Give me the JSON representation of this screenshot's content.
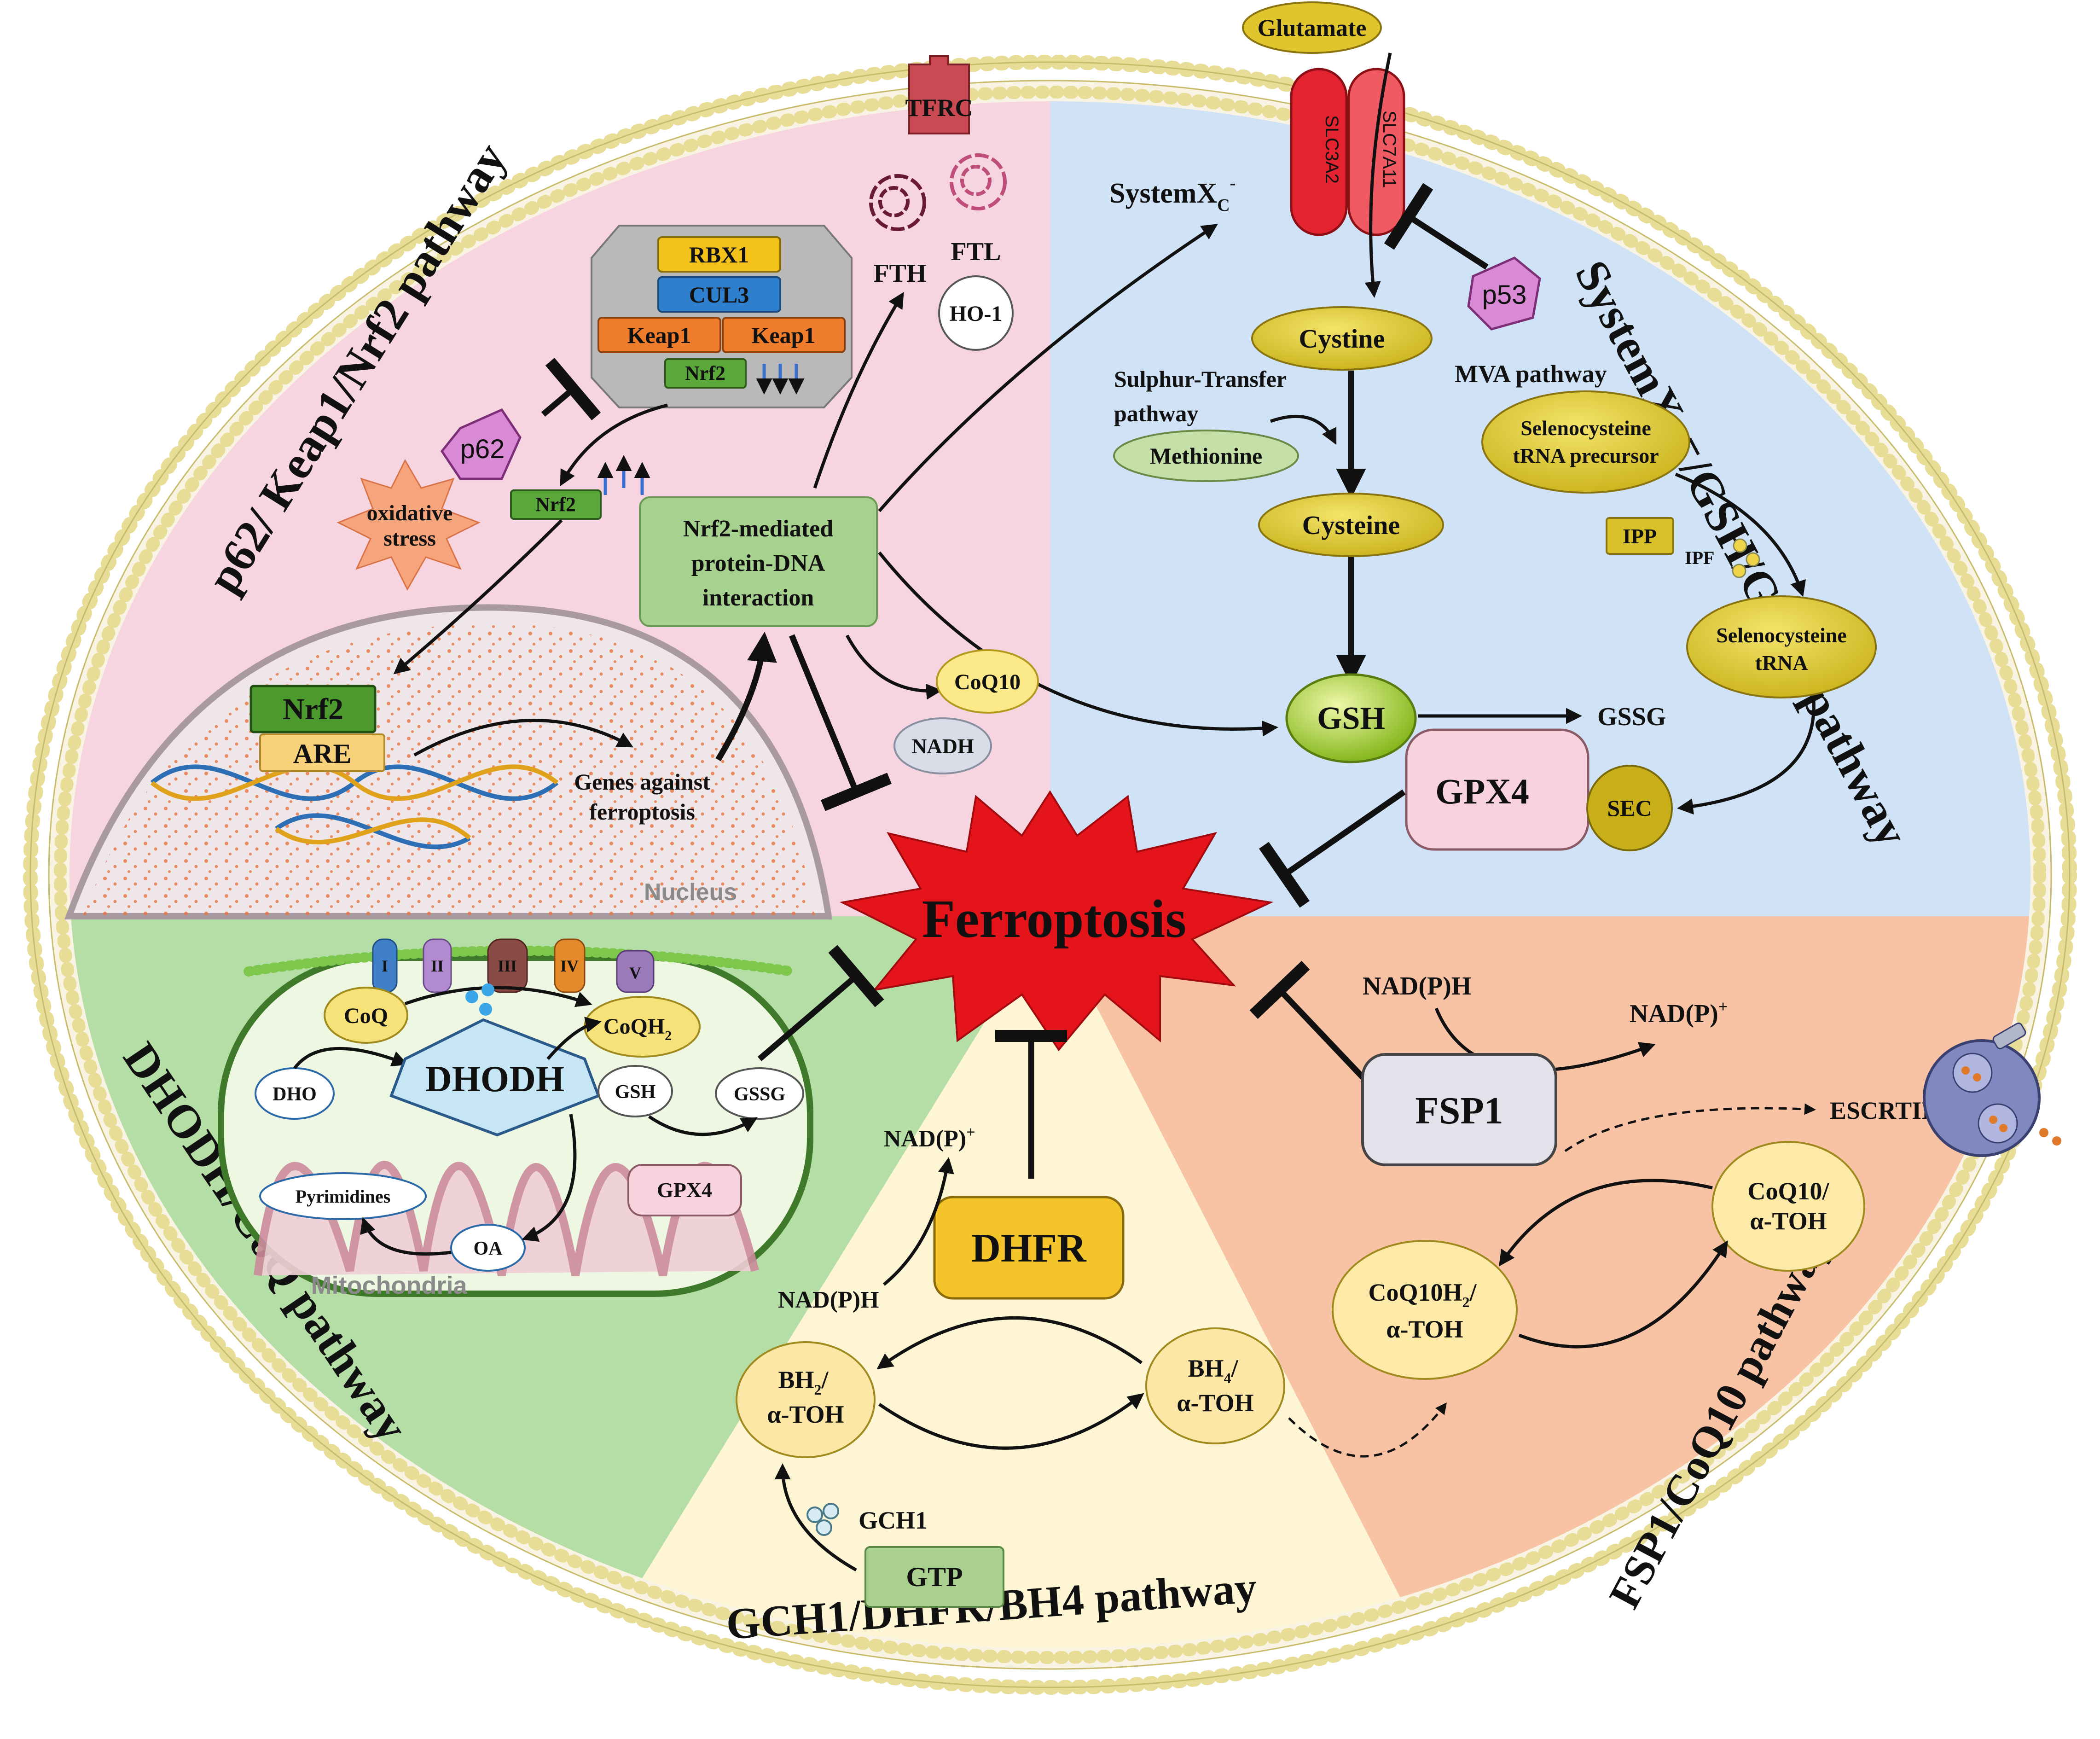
{
  "membrane": {
    "tfrc": "TFRC",
    "glutamate": "Glutamate",
    "slc3a2": "SLC3A2",
    "slc7a11": "SLC7A11"
  },
  "quadrants": {
    "p62_title": "p62/ Keap1/Nrf2 pathway",
    "xc_title": "SystemXc⁻/GSH/GPX4 pathway",
    "dhodh_title": "DHODH/CoQ pathway",
    "gch1_title": "GCH1/DHFR/BH4 pathway",
    "fsp1_title": "FSP1/CoQ10 pathway"
  },
  "center": {
    "ferroptosis": "Ferroptosis"
  },
  "p62_pathway": {
    "rbx1": "RBX1",
    "cul3": "CUL3",
    "keap1_a": "Keap1",
    "keap1_b": "Keap1",
    "nrf2_complex": "Nrf2",
    "p62": "p62",
    "oxidative_stress_1": "oxidative",
    "oxidative_stress_2": "stress",
    "nrf2_free": "Nrf2",
    "nrf2_mediated_1": "Nrf2-mediated",
    "nrf2_mediated_2": "protein-DNA",
    "nrf2_mediated_3": "interaction",
    "fth": "FTH",
    "ftl": "FTL",
    "ho1": "HO-1",
    "coq10": "CoQ10",
    "nadh": "NADH",
    "nrf2_nucleus": "Nrf2",
    "are": "ARE",
    "genes_1": "Genes against",
    "genes_2": "ferroptosis",
    "nucleus": "Nucleus"
  },
  "xc_pathway": {
    "system_xc": "SystemX",
    "system_xc_sub": "C",
    "system_xc_sup": "-",
    "p53": "p53",
    "cystine": "Cystine",
    "sulphur_1": "Sulphur-Transfer",
    "sulphur_2": "pathway",
    "methionine": "Methionine",
    "cysteine": "Cysteine",
    "gsh": "GSH",
    "gssg": "GSSG",
    "gpx4": "GPX4",
    "sec": "SEC",
    "mva": "MVA pathway",
    "seleno_precursor_1": "Selenocysteine",
    "seleno_precursor_2": "tRNA precursor",
    "ipp": "IPP",
    "ipf": "IPF",
    "seleno_trna_1": "Selenocysteine",
    "seleno_trna_2": "tRNA"
  },
  "dhodh_pathway": {
    "complex_1": "I",
    "complex_2": "II",
    "complex_3": "III",
    "complex_4": "IV",
    "complex_5": "V",
    "coq": "CoQ",
    "coqh2": "CoQH",
    "coqh2_sub": "2",
    "dho": "DHO",
    "dhodh": "DHODH",
    "gsh": "GSH",
    "gssg": "GSSG",
    "pyrimidines": "Pyrimidines",
    "gpx4": "GPX4",
    "oa": "OA",
    "mitochondria": "Mitochondria"
  },
  "gch1_pathway": {
    "nadp_plus": "NAD(P)",
    "nadp_plus_sup": "+",
    "dhfr": "DHFR",
    "nadph": "NAD(P)H",
    "bh2_1": "BH",
    "bh2_sub": "2",
    "bh2_2": "α-TOH",
    "bh4_1": "BH",
    "bh4_sub": "4",
    "bh4_2": "α-TOH",
    "gch1": "GCH1",
    "gtp": "GTP"
  },
  "fsp1_pathway": {
    "nadph": "NAD(P)H",
    "nadp_plus": "NAD(P)",
    "nadp_plus_sup": "+",
    "escrtiii": "ESCRTIII",
    "fsp1": "FSP1",
    "coq10_toh_1": "CoQ10/",
    "coq10_toh_2": "α-TOH",
    "coq10h2_1": "CoQ10H",
    "coq10h2_sub": "2",
    "coq10h2_slash": "/",
    "coq10h2_2": "α-TOH"
  },
  "colors": {
    "pink": "#f7d5e0",
    "blue": "#cfe2f6",
    "green": "#b5dda6",
    "yellow": "#fdf5d4",
    "orange": "#f8c3a4",
    "ferroptosis": "#e5141b"
  }
}
